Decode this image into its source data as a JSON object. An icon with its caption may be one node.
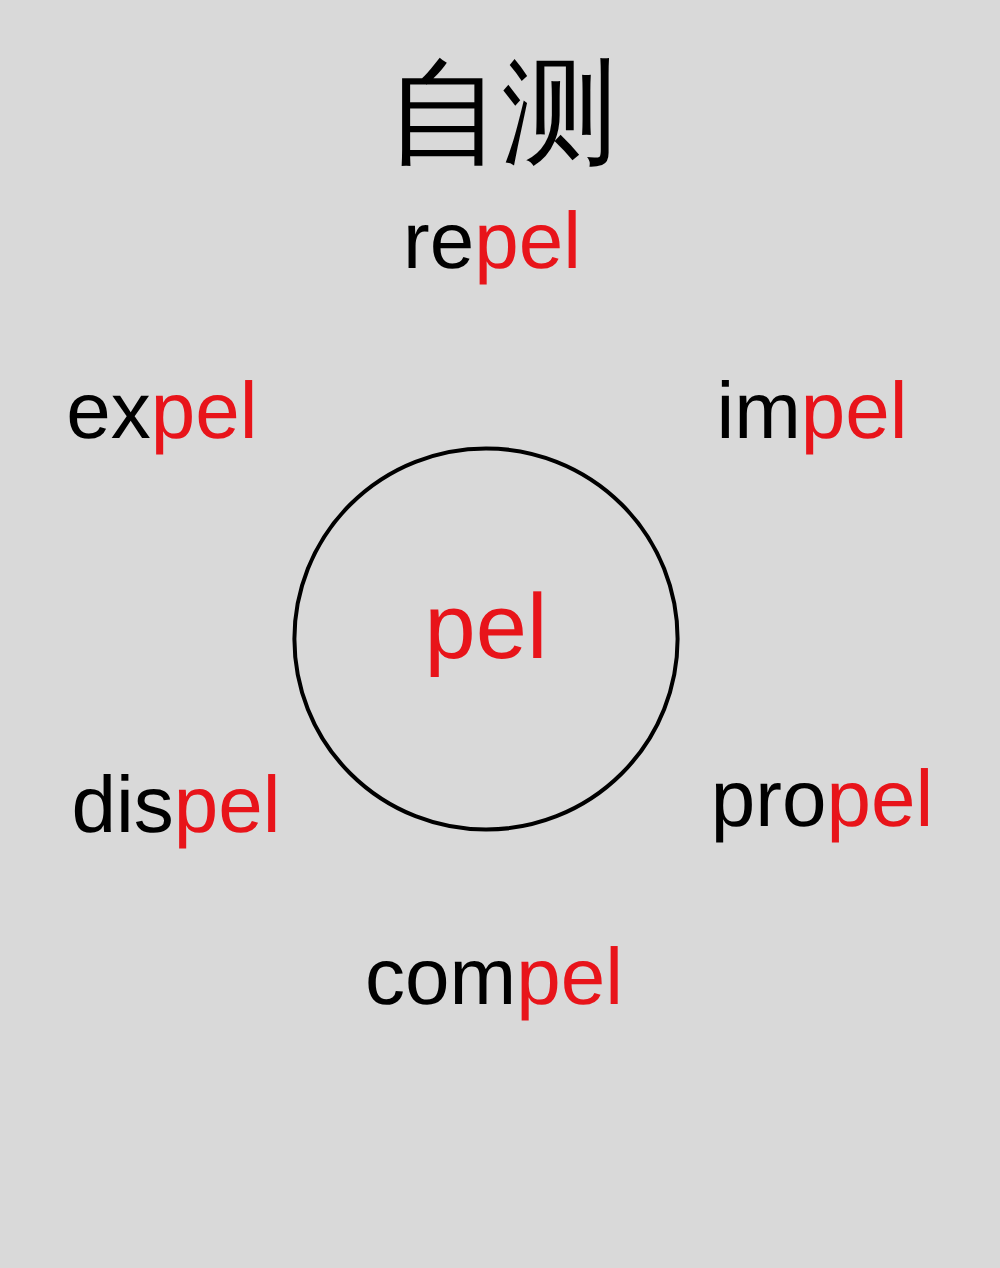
{
  "diagram": {
    "title": "自测",
    "nodes": [
      {
        "text": [
          "pel"
        ]
      }
    ],
    "edges": [],
    "labels": [
      "repel",
      "expel",
      "impel",
      "dispel",
      "propel",
      "compel"
    ]
  }
}
